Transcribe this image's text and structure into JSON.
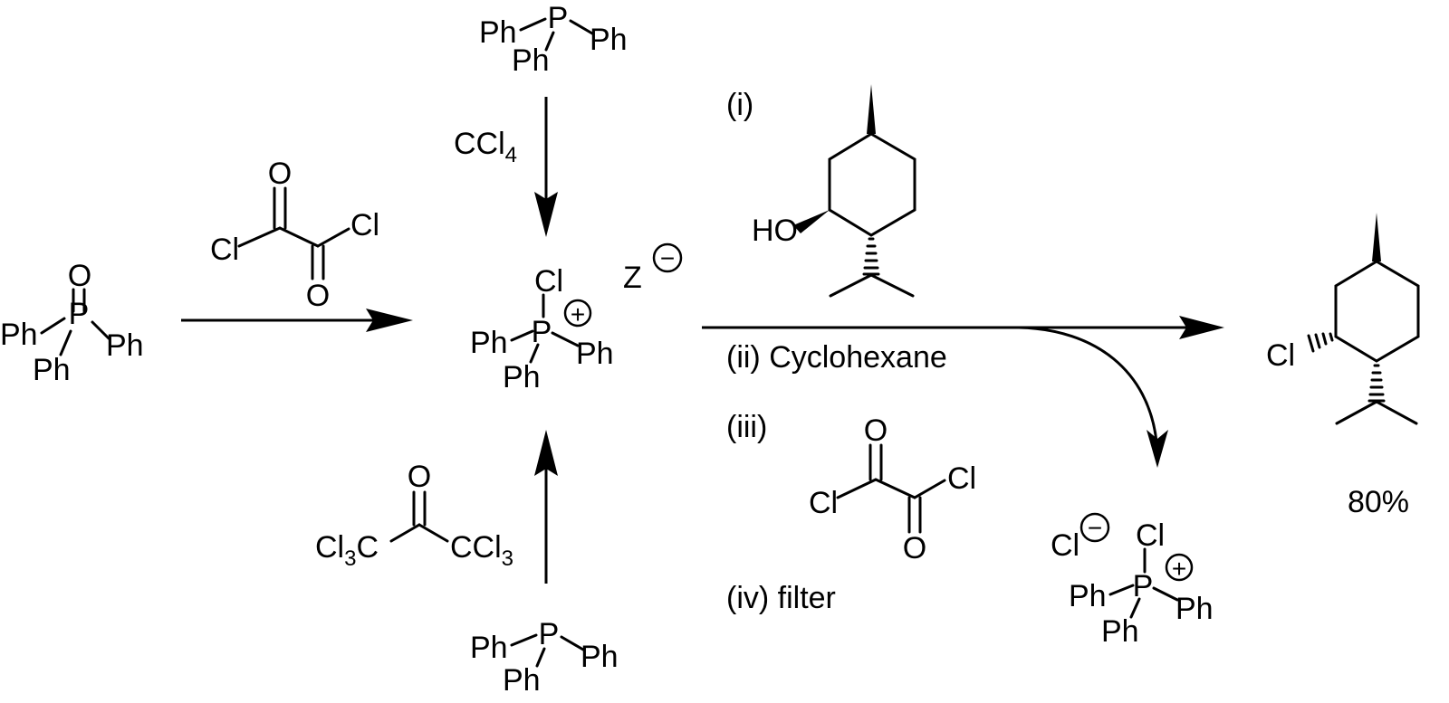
{
  "scheme": {
    "ph3po": {
      "o": "O",
      "p": "P",
      "ph_left": "Ph",
      "ph_right": "Ph",
      "ph_bottom": "Ph"
    },
    "oxalyl_top": {
      "o_top": "O",
      "o_bottom": "O",
      "cl_left": "Cl",
      "cl_right": "Cl"
    },
    "ph3p_top": {
      "p": "P",
      "ph_left": "Ph",
      "ph_right": "Ph",
      "ph_bottom": "Ph"
    },
    "ccl4": {
      "main": "CCl",
      "sub": "4"
    },
    "phosphonium": {
      "cl": "Cl",
      "p": "P",
      "ph_left": "Ph",
      "ph_right": "Ph",
      "ph_bottom": "Ph",
      "plus": "+"
    },
    "counterion": {
      "z": "Z",
      "minus": "−"
    },
    "hexachloroacetone": {
      "o": "O",
      "left_main": "Cl",
      "left_sub": "3",
      "left_c": "C",
      "right_main": "CCl",
      "right_sub": "3"
    },
    "ph3p_bottom": {
      "p": "P",
      "ph_left": "Ph",
      "ph_right": "Ph",
      "ph_bottom": "Ph"
    },
    "steps": {
      "step1": "(i)",
      "step2": "(ii) Cyclohexane",
      "step3": "(iii)",
      "step4": "(iv) filter"
    },
    "menthol": {
      "ho": "HO"
    },
    "oxalyl_steps": {
      "o_top": "O",
      "o_bottom": "O",
      "cl_left": "Cl",
      "cl_right": "Cl"
    },
    "byproduct": {
      "cl_anion": "Cl",
      "minus": "−",
      "cl": "Cl",
      "p": "P",
      "ph_left": "Ph",
      "ph_right": "Ph",
      "ph_bottom": "Ph",
      "plus": "+"
    },
    "product": {
      "cl": "Cl",
      "yield": "80%"
    }
  }
}
